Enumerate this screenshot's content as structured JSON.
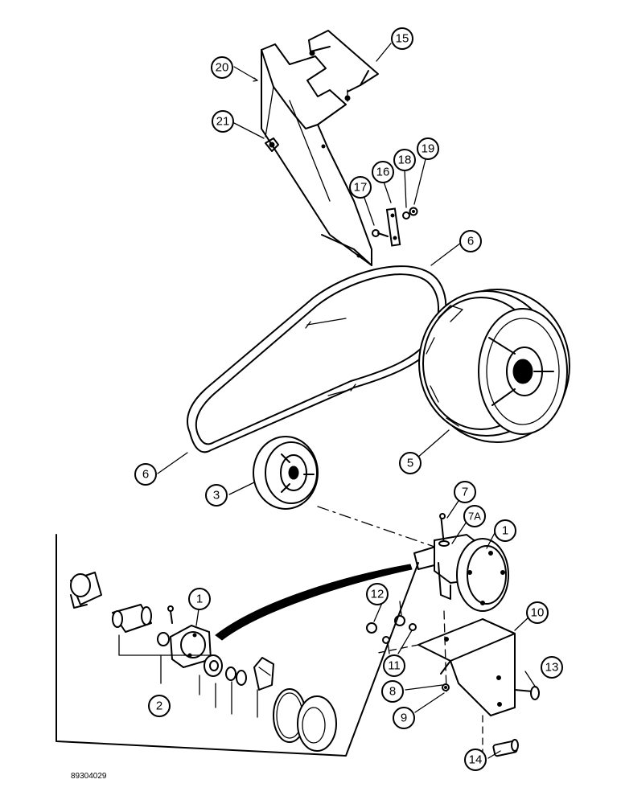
{
  "figure_number": "89304029",
  "callouts": [
    {
      "id": "20",
      "label": "20"
    },
    {
      "id": "15",
      "label": "15"
    },
    {
      "id": "21",
      "label": "21"
    },
    {
      "id": "17",
      "label": "17"
    },
    {
      "id": "16",
      "label": "16"
    },
    {
      "id": "18",
      "label": "18"
    },
    {
      "id": "19",
      "label": "19"
    },
    {
      "id": "6a",
      "label": "6"
    },
    {
      "id": "6b",
      "label": "6"
    },
    {
      "id": "5",
      "label": "5"
    },
    {
      "id": "3",
      "label": "3"
    },
    {
      "id": "7",
      "label": "7"
    },
    {
      "id": "7A",
      "label": "7A"
    },
    {
      "id": "1a",
      "label": "1"
    },
    {
      "id": "1b",
      "label": "1"
    },
    {
      "id": "12",
      "label": "12"
    },
    {
      "id": "10",
      "label": "10"
    },
    {
      "id": "11",
      "label": "11"
    },
    {
      "id": "13",
      "label": "13"
    },
    {
      "id": "8",
      "label": "8"
    },
    {
      "id": "9",
      "label": "9"
    },
    {
      "id": "2",
      "label": "2"
    },
    {
      "id": "14",
      "label": "14"
    }
  ]
}
